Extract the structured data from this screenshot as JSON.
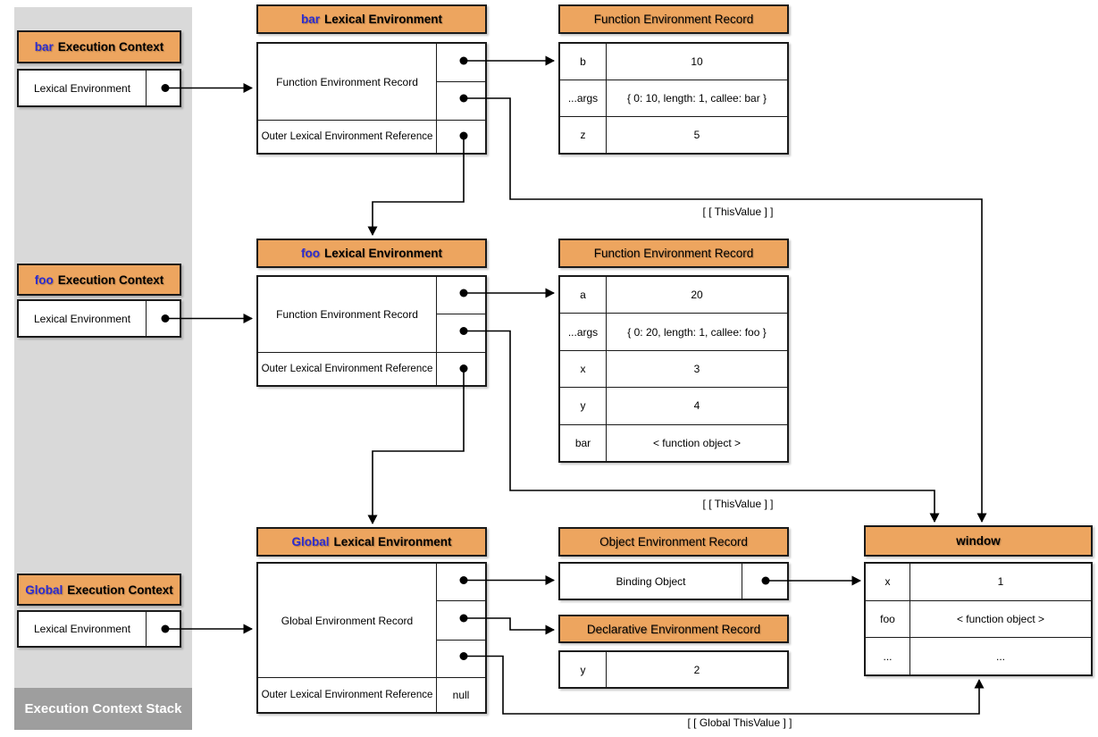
{
  "colors": {
    "header_orange": "#eda55f",
    "keyword_blue": "#2c2cd1",
    "panel_light_gray": "#d9d9d9",
    "panel_dark_gray": "#9e9e9e",
    "border_black": "#1a1a1a"
  },
  "stack": {
    "footer_label": "Execution Context Stack",
    "contexts": [
      {
        "keyword": "bar",
        "title": "Execution Context",
        "slot_label": "Lexical Environment"
      },
      {
        "keyword": "foo",
        "title": "Execution Context",
        "slot_label": "Lexical Environment"
      },
      {
        "keyword": "Global",
        "title": "Execution Context",
        "slot_label": "Lexical Environment"
      }
    ]
  },
  "environments": [
    {
      "keyword": "bar",
      "title": "Lexical Environment",
      "record_label": "Function Environment Record",
      "outer_label": "Outer Lexical Environment Reference"
    },
    {
      "keyword": "foo",
      "title": "Lexical Environment",
      "record_label": "Function Environment Record",
      "outer_label": "Outer Lexical Environment Reference"
    },
    {
      "keyword": "Global",
      "title": "Lexical Environment",
      "record_label": "Global Environment Record",
      "outer_label": "Outer Lexical Environment Reference",
      "outer_value": "null"
    }
  ],
  "records": {
    "bar": {
      "title": "Function Environment Record",
      "rows": [
        [
          "b",
          "10"
        ],
        [
          "...args",
          "{ 0: 10, length: 1, callee: bar }"
        ],
        [
          "z",
          "5"
        ]
      ]
    },
    "foo": {
      "title": "Function Environment Record",
      "rows": [
        [
          "a",
          "20"
        ],
        [
          "...args",
          "{ 0: 20, length: 1, callee: foo }"
        ],
        [
          "x",
          "3"
        ],
        [
          "y",
          "4"
        ],
        [
          "bar",
          "< function object >"
        ]
      ]
    },
    "object": {
      "title": "Object Environment Record",
      "binding_label": "Binding Object"
    },
    "declarative": {
      "title": "Declarative Environment Record",
      "rows": [
        [
          "y",
          "2"
        ]
      ]
    },
    "window": {
      "title": "window",
      "rows": [
        [
          "x",
          "1"
        ],
        [
          "foo",
          "< function object >"
        ],
        [
          "...",
          "..."
        ]
      ]
    }
  },
  "labels": {
    "this_value_top": "[ [ ThisValue ] ]",
    "this_value_mid": "[ [ ThisValue ] ]",
    "global_this_value": "[ [ Global ThisValue ] ]"
  }
}
